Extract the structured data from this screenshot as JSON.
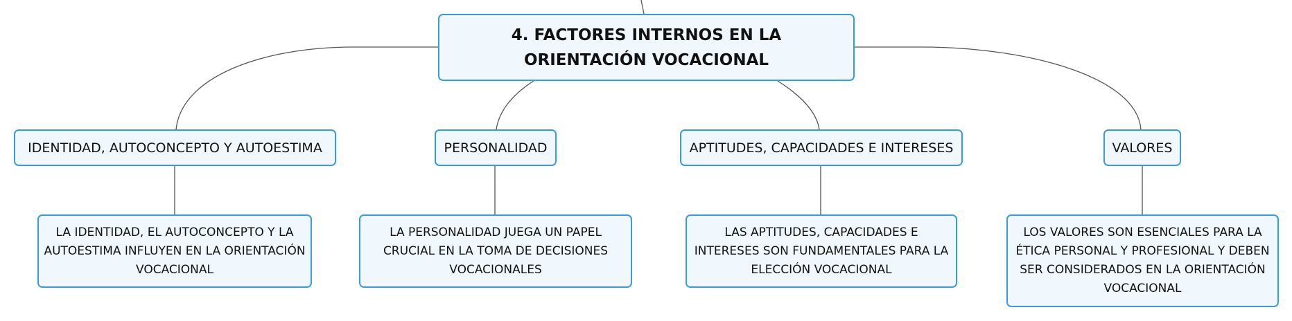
{
  "root": {
    "label": "4. FACTORES INTERNOS EN LA ORIENTACIÓN VOCACIONAL"
  },
  "branches": [
    {
      "label": "IDENTIDAD, AUTOCONCEPTO Y AUTOESTIMA",
      "detail": "LA IDENTIDAD, EL AUTOCONCEPTO Y LA AUTOESTIMA INFLUYEN EN LA ORIENTACIÓN VOCACIONAL"
    },
    {
      "label": "PERSONALIDAD",
      "detail": "LA PERSONALIDAD JUEGA UN PAPEL CRUCIAL EN LA TOMA DE DECISIONES VOCACIONALES"
    },
    {
      "label": "APTITUDES, CAPACIDADES E INTERESES",
      "detail": "LAS APTITUDES, CAPACIDADES E INTERESES SON FUNDAMENTALES PARA LA ELECCIÓN VOCACIONAL"
    },
    {
      "label": "VALORES",
      "detail": "LOS VALORES SON ESENCIALES PARA LA ÉTICA PERSONAL Y PROFESIONAL Y DEBEN SER CONSIDERADOS EN LA ORIENTACIÓN VOCACIONAL"
    }
  ],
  "colors": {
    "node_border": "#3a9bdc",
    "node_fill": "#f0f8fd",
    "connector": "#555555"
  }
}
